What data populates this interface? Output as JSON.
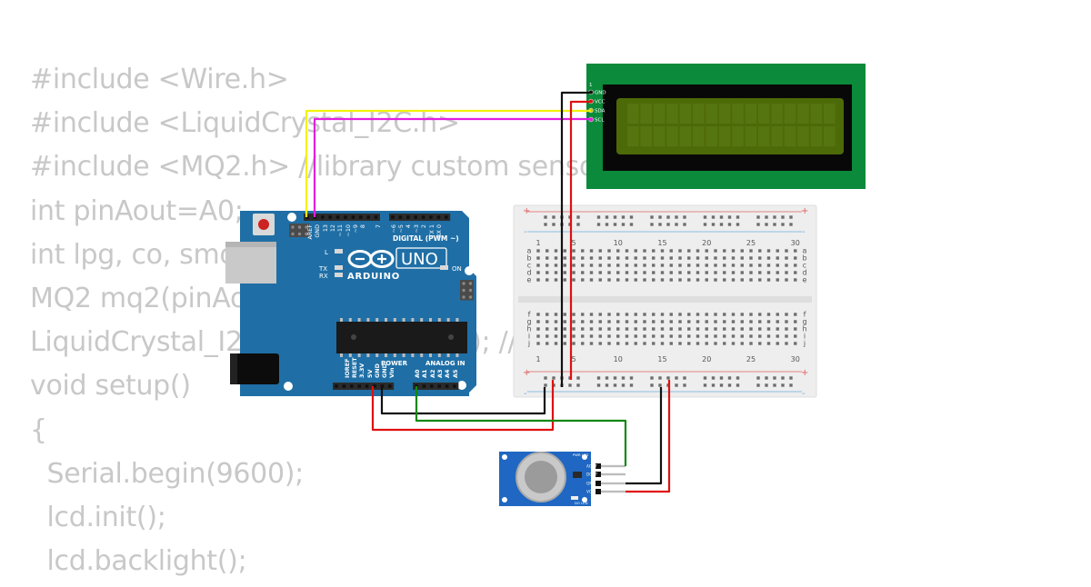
{
  "code": {
    "lines": [
      "#include <Wire.h>",
      "#include <LiquidCrystal_I2C.h>",
      "#include <MQ2.h> //library custom sensor",
      "int pinAout=A0;",
      "int lpg, co, smoke;",
      "MQ2 mq2(pinAout);",
      "LiquidCrystal_I2C lcd(0x27, 16, 2); //alamat LCD 0x27 atau",
      "void setup()",
      "{",
      "  Serial.begin(9600);",
      "  lcd.init();",
      "  lcd.backlight();"
    ]
  },
  "lcd": {
    "corner_label": "1",
    "pins": [
      "GND",
      "VCC",
      "SDA",
      "SCL"
    ]
  },
  "arduino": {
    "brand": "ARDUINO",
    "model": "UNO",
    "digital_header": "DIGITAL (PWM ~)",
    "digital_pins": [
      "AREF",
      "GND",
      "13",
      "12",
      "~11",
      "~10",
      "~9",
      "8",
      "7",
      "~6",
      "~5",
      "4",
      "~3",
      "2",
      "TX 1",
      "RX 0"
    ],
    "power_header": "POWER",
    "analog_header": "ANALOG IN",
    "power_pins": [
      "IOREF",
      "RESET",
      "3.3V",
      "5V",
      "GND",
      "GND",
      "Vin"
    ],
    "analog_pins": [
      "A0",
      "A1",
      "A2",
      "A3",
      "A4",
      "A5"
    ],
    "led_labels": [
      "L",
      "TX",
      "RX",
      "ON"
    ]
  },
  "breadboard": {
    "columns": [
      "1",
      "5",
      "10",
      "15",
      "20",
      "25",
      "30"
    ],
    "rows_top": [
      "a",
      "b",
      "c",
      "d",
      "e"
    ],
    "rows_bottom": [
      "f",
      "g",
      "h",
      "i",
      "j"
    ],
    "plus": "+",
    "minus": "-"
  },
  "mq2": {
    "pins": [
      "AOUT",
      "DOUT",
      "GND",
      "VCC"
    ],
    "led_labels": [
      "PWR LED",
      "DO LED"
    ]
  },
  "colors": {
    "wire_black": "#111111",
    "wire_red": "#e01010",
    "wire_green": "#118811",
    "wire_yellow": "#f2f20a",
    "wire_magenta": "#e020e0",
    "arduino_blue": "#1f6fa6",
    "lcd_green": "#0a8a3a",
    "mq2_blue": "#1f67c2"
  }
}
